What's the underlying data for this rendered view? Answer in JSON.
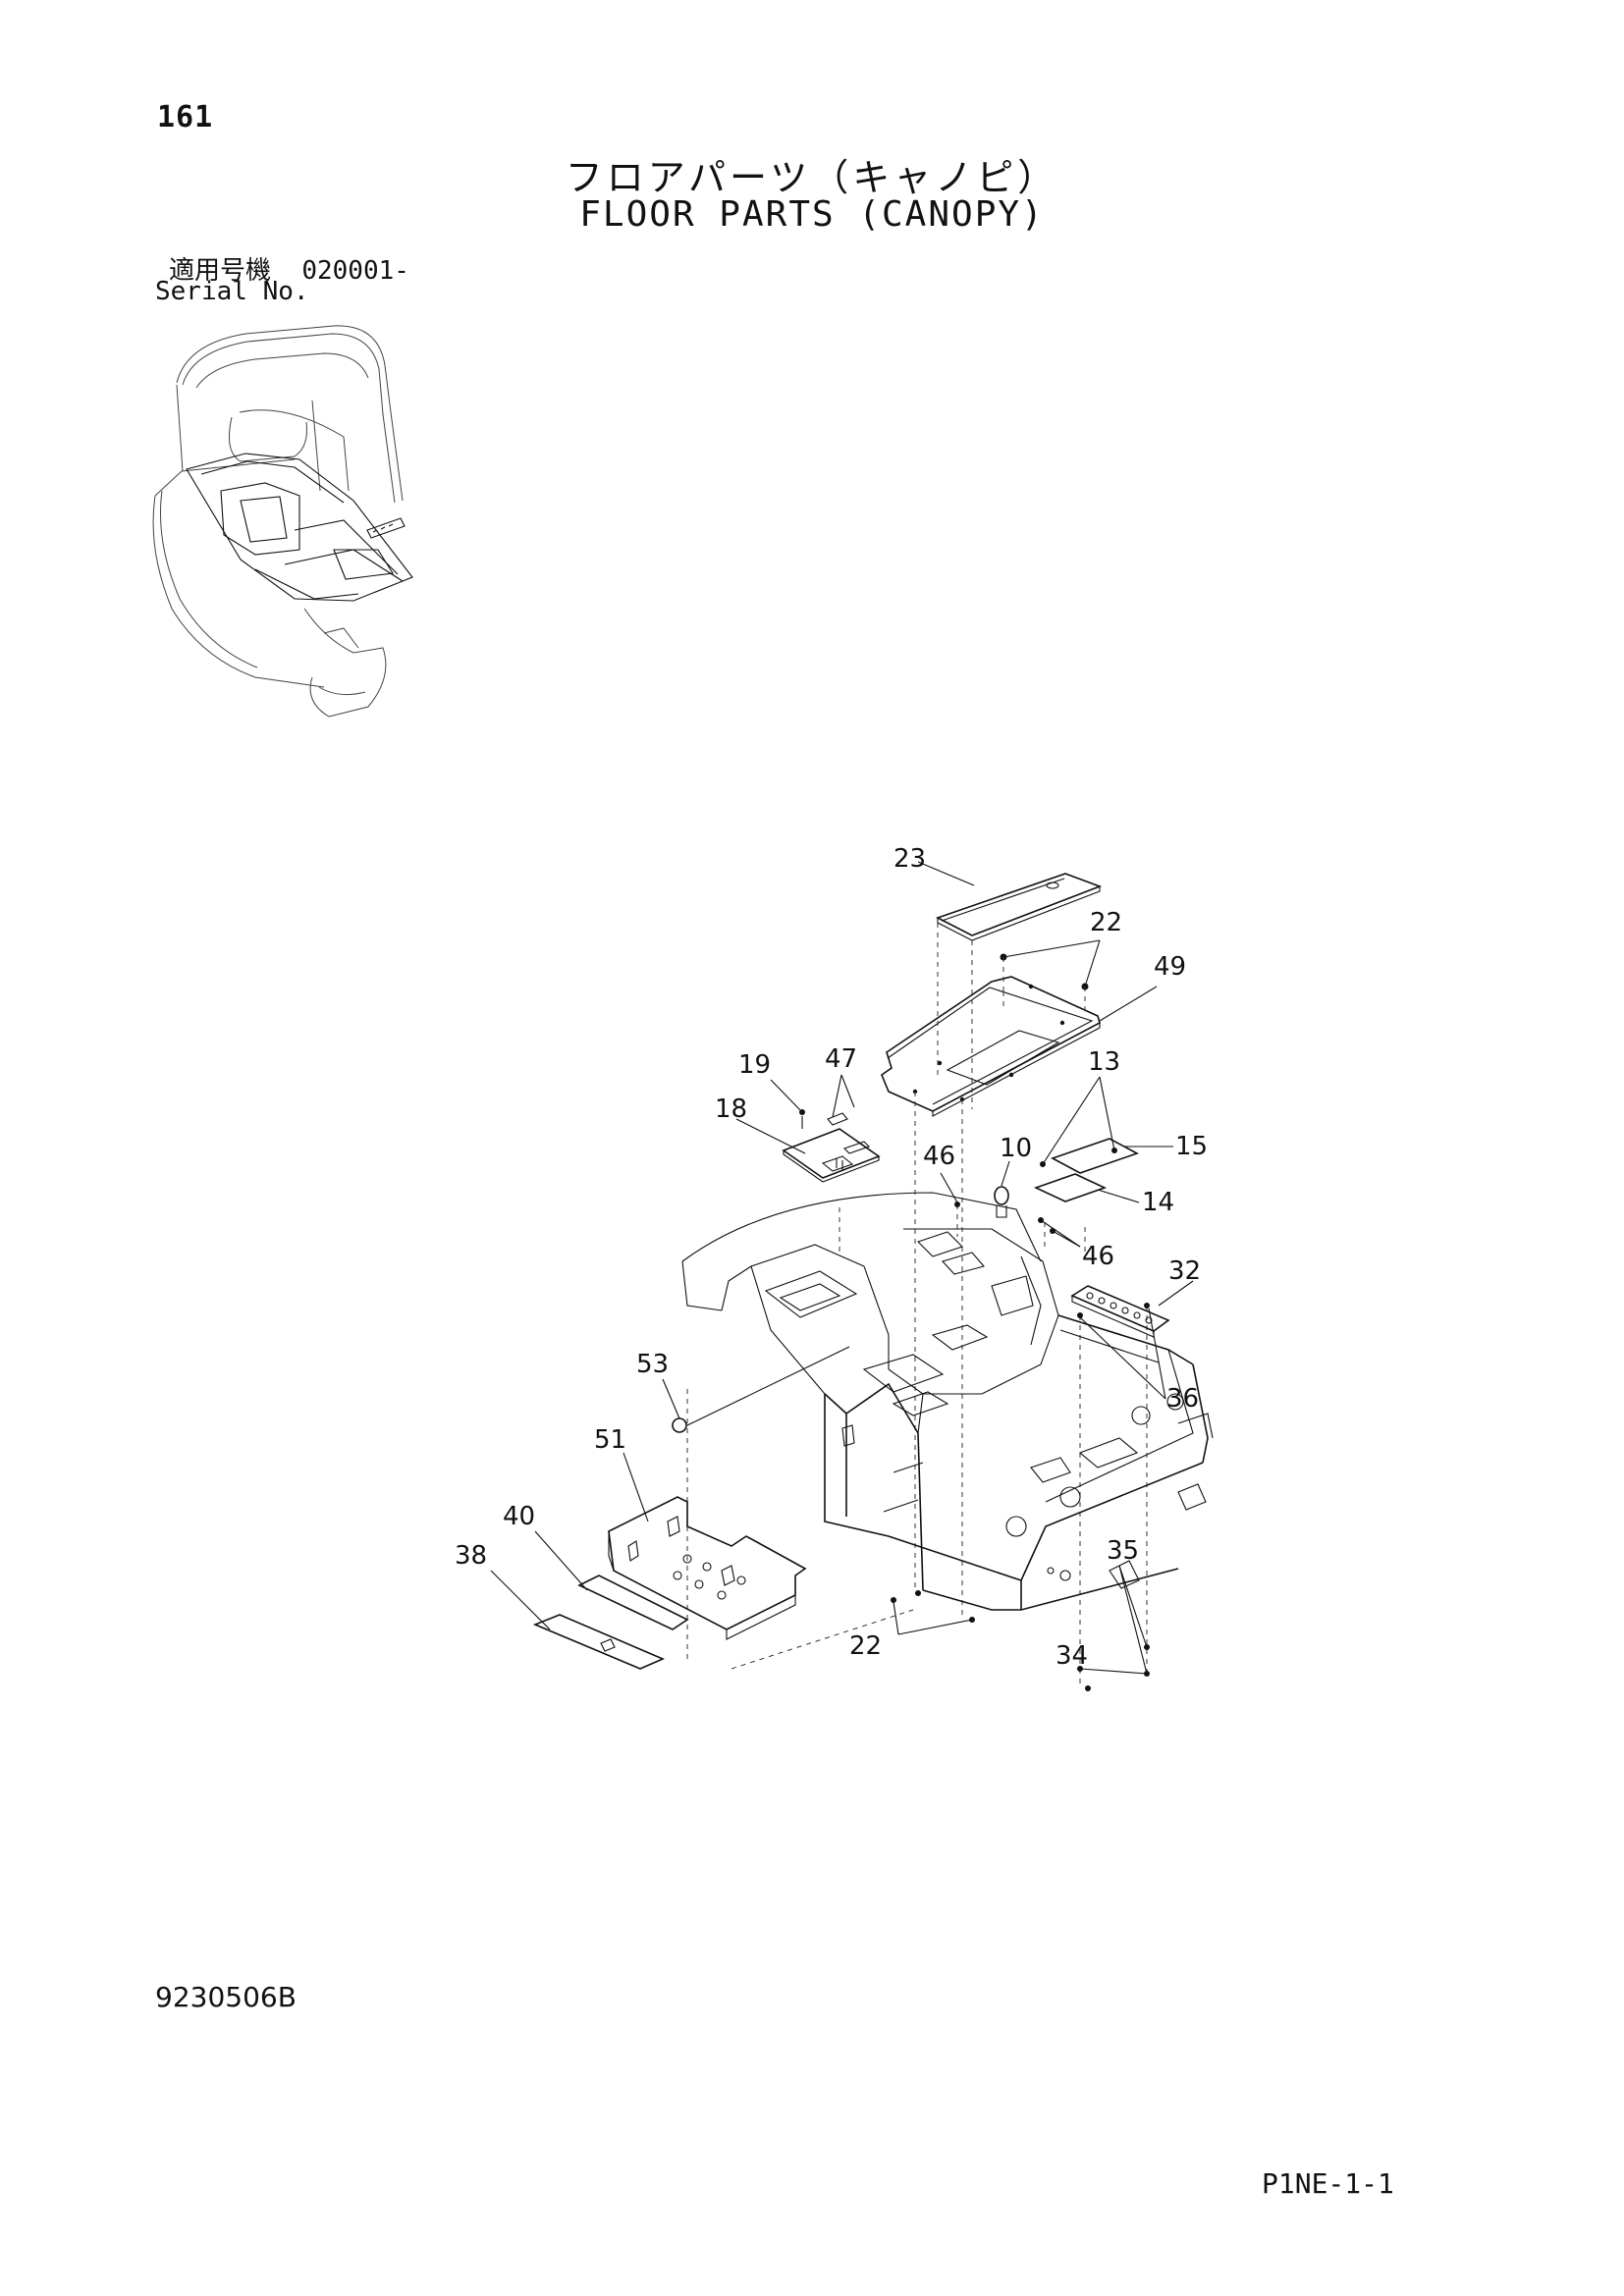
{
  "header": {
    "page_number": "161",
    "title_jp": "フロアパーツ（キャノピ）",
    "title_en": "FLOOR PARTS (CANOPY)",
    "serial_label_jp": "適用号機",
    "serial_value": "020001-",
    "serial_label_en": "Serial No."
  },
  "footer": {
    "doc_code": "9230506B",
    "sheet_ref": "P1NE-1-1"
  },
  "part_labels": {
    "p23": "23",
    "p22_top": "22",
    "p49": "49",
    "p19": "19",
    "p47": "47",
    "p13": "13",
    "p18": "18",
    "p10": "10",
    "p46_top": "46",
    "p15": "15",
    "p14": "14",
    "p46_right": "46",
    "p32": "32",
    "p53": "53",
    "p36": "36",
    "p51": "51",
    "p40": "40",
    "p35": "35",
    "p38": "38",
    "p22_bottom": "22",
    "p34": "34"
  }
}
